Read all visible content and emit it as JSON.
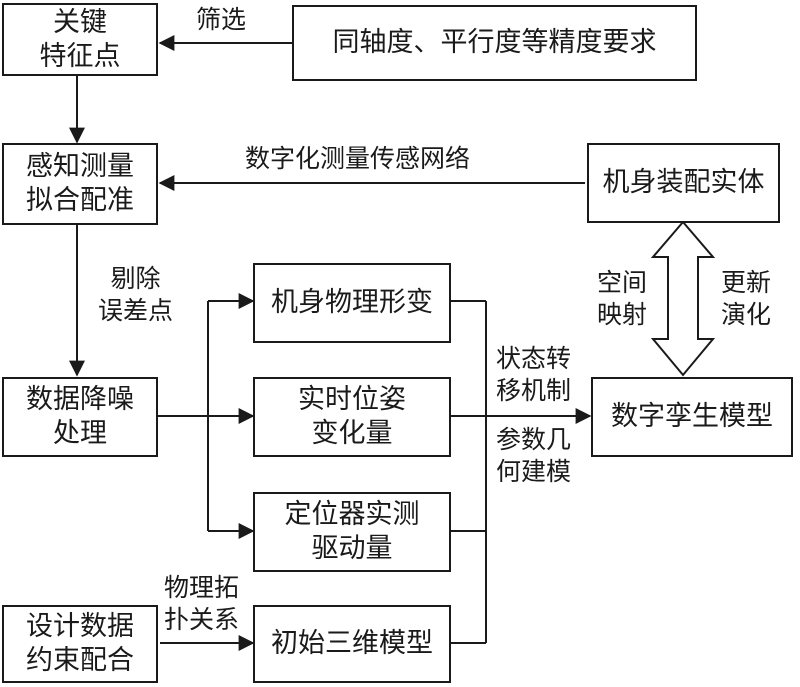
{
  "boxes": {
    "key_points": [
      "关键",
      "特征点"
    ],
    "requirements": "同轴度、平行度等精度要求",
    "sensing": [
      "感知测量",
      "拟合配准"
    ],
    "airframe_entity": "机身装配实体",
    "denoise": [
      "数据降噪",
      "处理"
    ],
    "deformation": "机身物理形变",
    "pose": [
      "实时位姿",
      "变化量"
    ],
    "locator_drive": [
      "定位器实测",
      "驱动量"
    ],
    "initial_model": "初始三维模型",
    "digital_twin": "数字孪生模型",
    "design_constraints": [
      "设计数据",
      "约束配合"
    ]
  },
  "labels": {
    "filter": "筛选",
    "sensor_network": "数字化测量传感网络",
    "remove_error": [
      "剔除",
      "误差点"
    ],
    "spatial_mapping": [
      "空间",
      "映射"
    ],
    "update_evolution": [
      "更新",
      "演化"
    ],
    "state_transfer": [
      "状态转",
      "移机制"
    ],
    "param_geometry": [
      "参数几",
      "何建模"
    ],
    "topology": [
      "物理拓",
      "扑关系"
    ]
  }
}
